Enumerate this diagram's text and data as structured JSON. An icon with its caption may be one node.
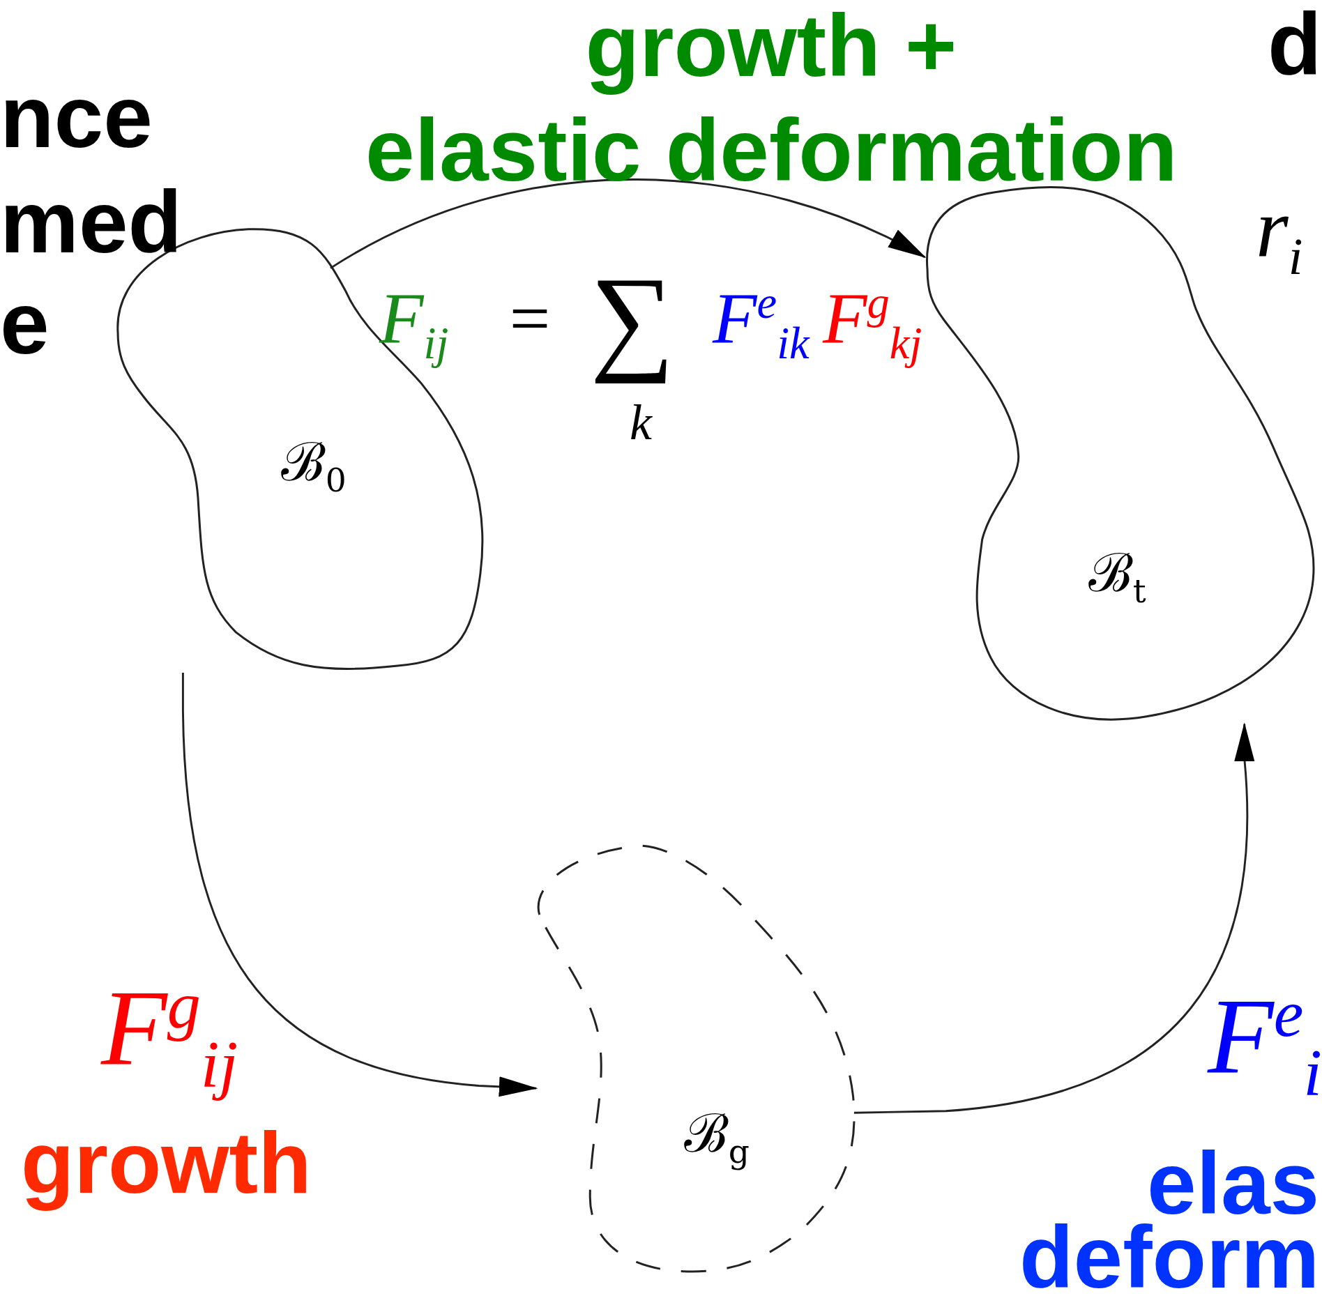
{
  "diagram": {
    "nodes": [
      {
        "text": [
          "ℬ$_{0}$"
        ]
      },
      {
        "text": [
          "ℬ$_{t}$"
        ]
      },
      {
        "text": [
          "ℬ$_{g}$"
        ]
      }
    ],
    "edges": [
      {
        "from": 0,
        "to": 1,
        "arrow": "to"
      },
      {
        "from": 0,
        "to": 2,
        "arrow": "to"
      },
      {
        "from": 2,
        "to": 1,
        "arrow": "to"
      }
    ],
    "labels": [
      "growth +",
      "d",
      "nce",
      "elastic deformation",
      "med",
      "r$_{i}$",
      "e",
      "F$_{ij}$",
      "=",
      "∑",
      "F$^{e}$$_{ik}$",
      "F$^{g}$$_{kj}$",
      "k",
      "F$^{g}$$_{ij}$",
      "F$^{e}$$_{i}$",
      "growth",
      "elas",
      "deform"
    ]
  }
}
